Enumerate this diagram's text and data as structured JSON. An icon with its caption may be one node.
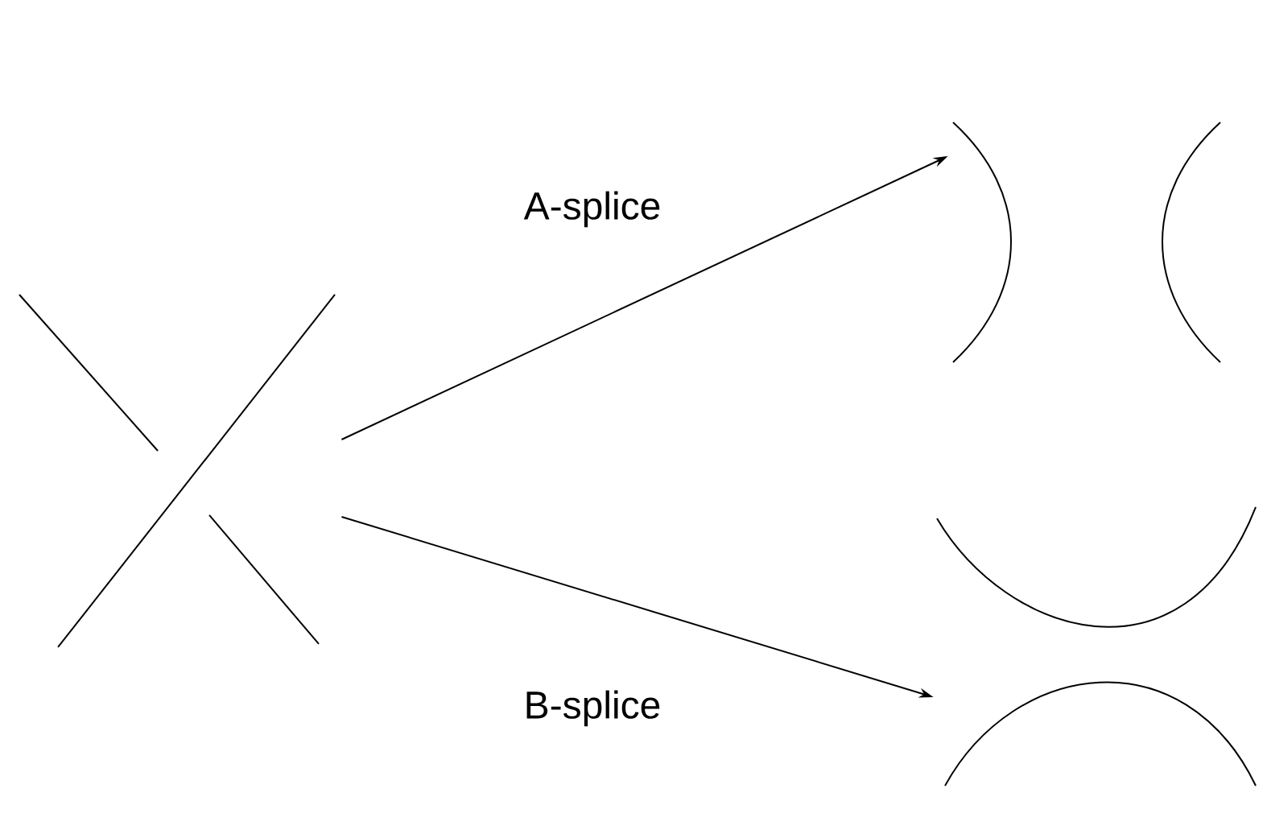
{
  "diagram": {
    "nodes": [
      {
        "text": [],
        "shape": "picture"
      },
      {
        "text": [],
        "shape": "picture"
      },
      {
        "text": [],
        "shape": "picture"
      }
    ],
    "edges": [
      {
        "from": 0,
        "to": 1,
        "arrow": "to",
        "label": "A-splice"
      },
      {
        "from": 0,
        "to": 2,
        "arrow": "to",
        "label": "B-splice"
      }
    ]
  }
}
